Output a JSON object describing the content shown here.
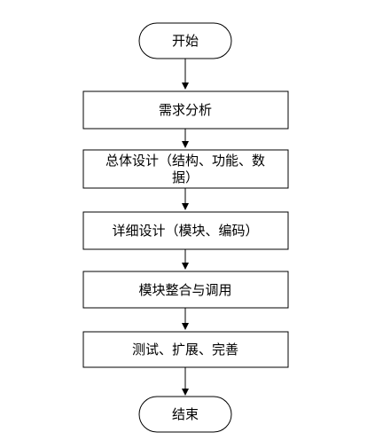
{
  "flowchart": {
    "start": "开始",
    "steps": [
      "需求分析",
      "总体设计（结构、功能、数",
      "据）",
      "详细设计（模块、编码）",
      "模块整合与调用",
      "测试、扩展、完善"
    ],
    "end": "结束"
  },
  "colors": {
    "stroke": "#000000",
    "fill": "#ffffff",
    "text": "#000000"
  }
}
